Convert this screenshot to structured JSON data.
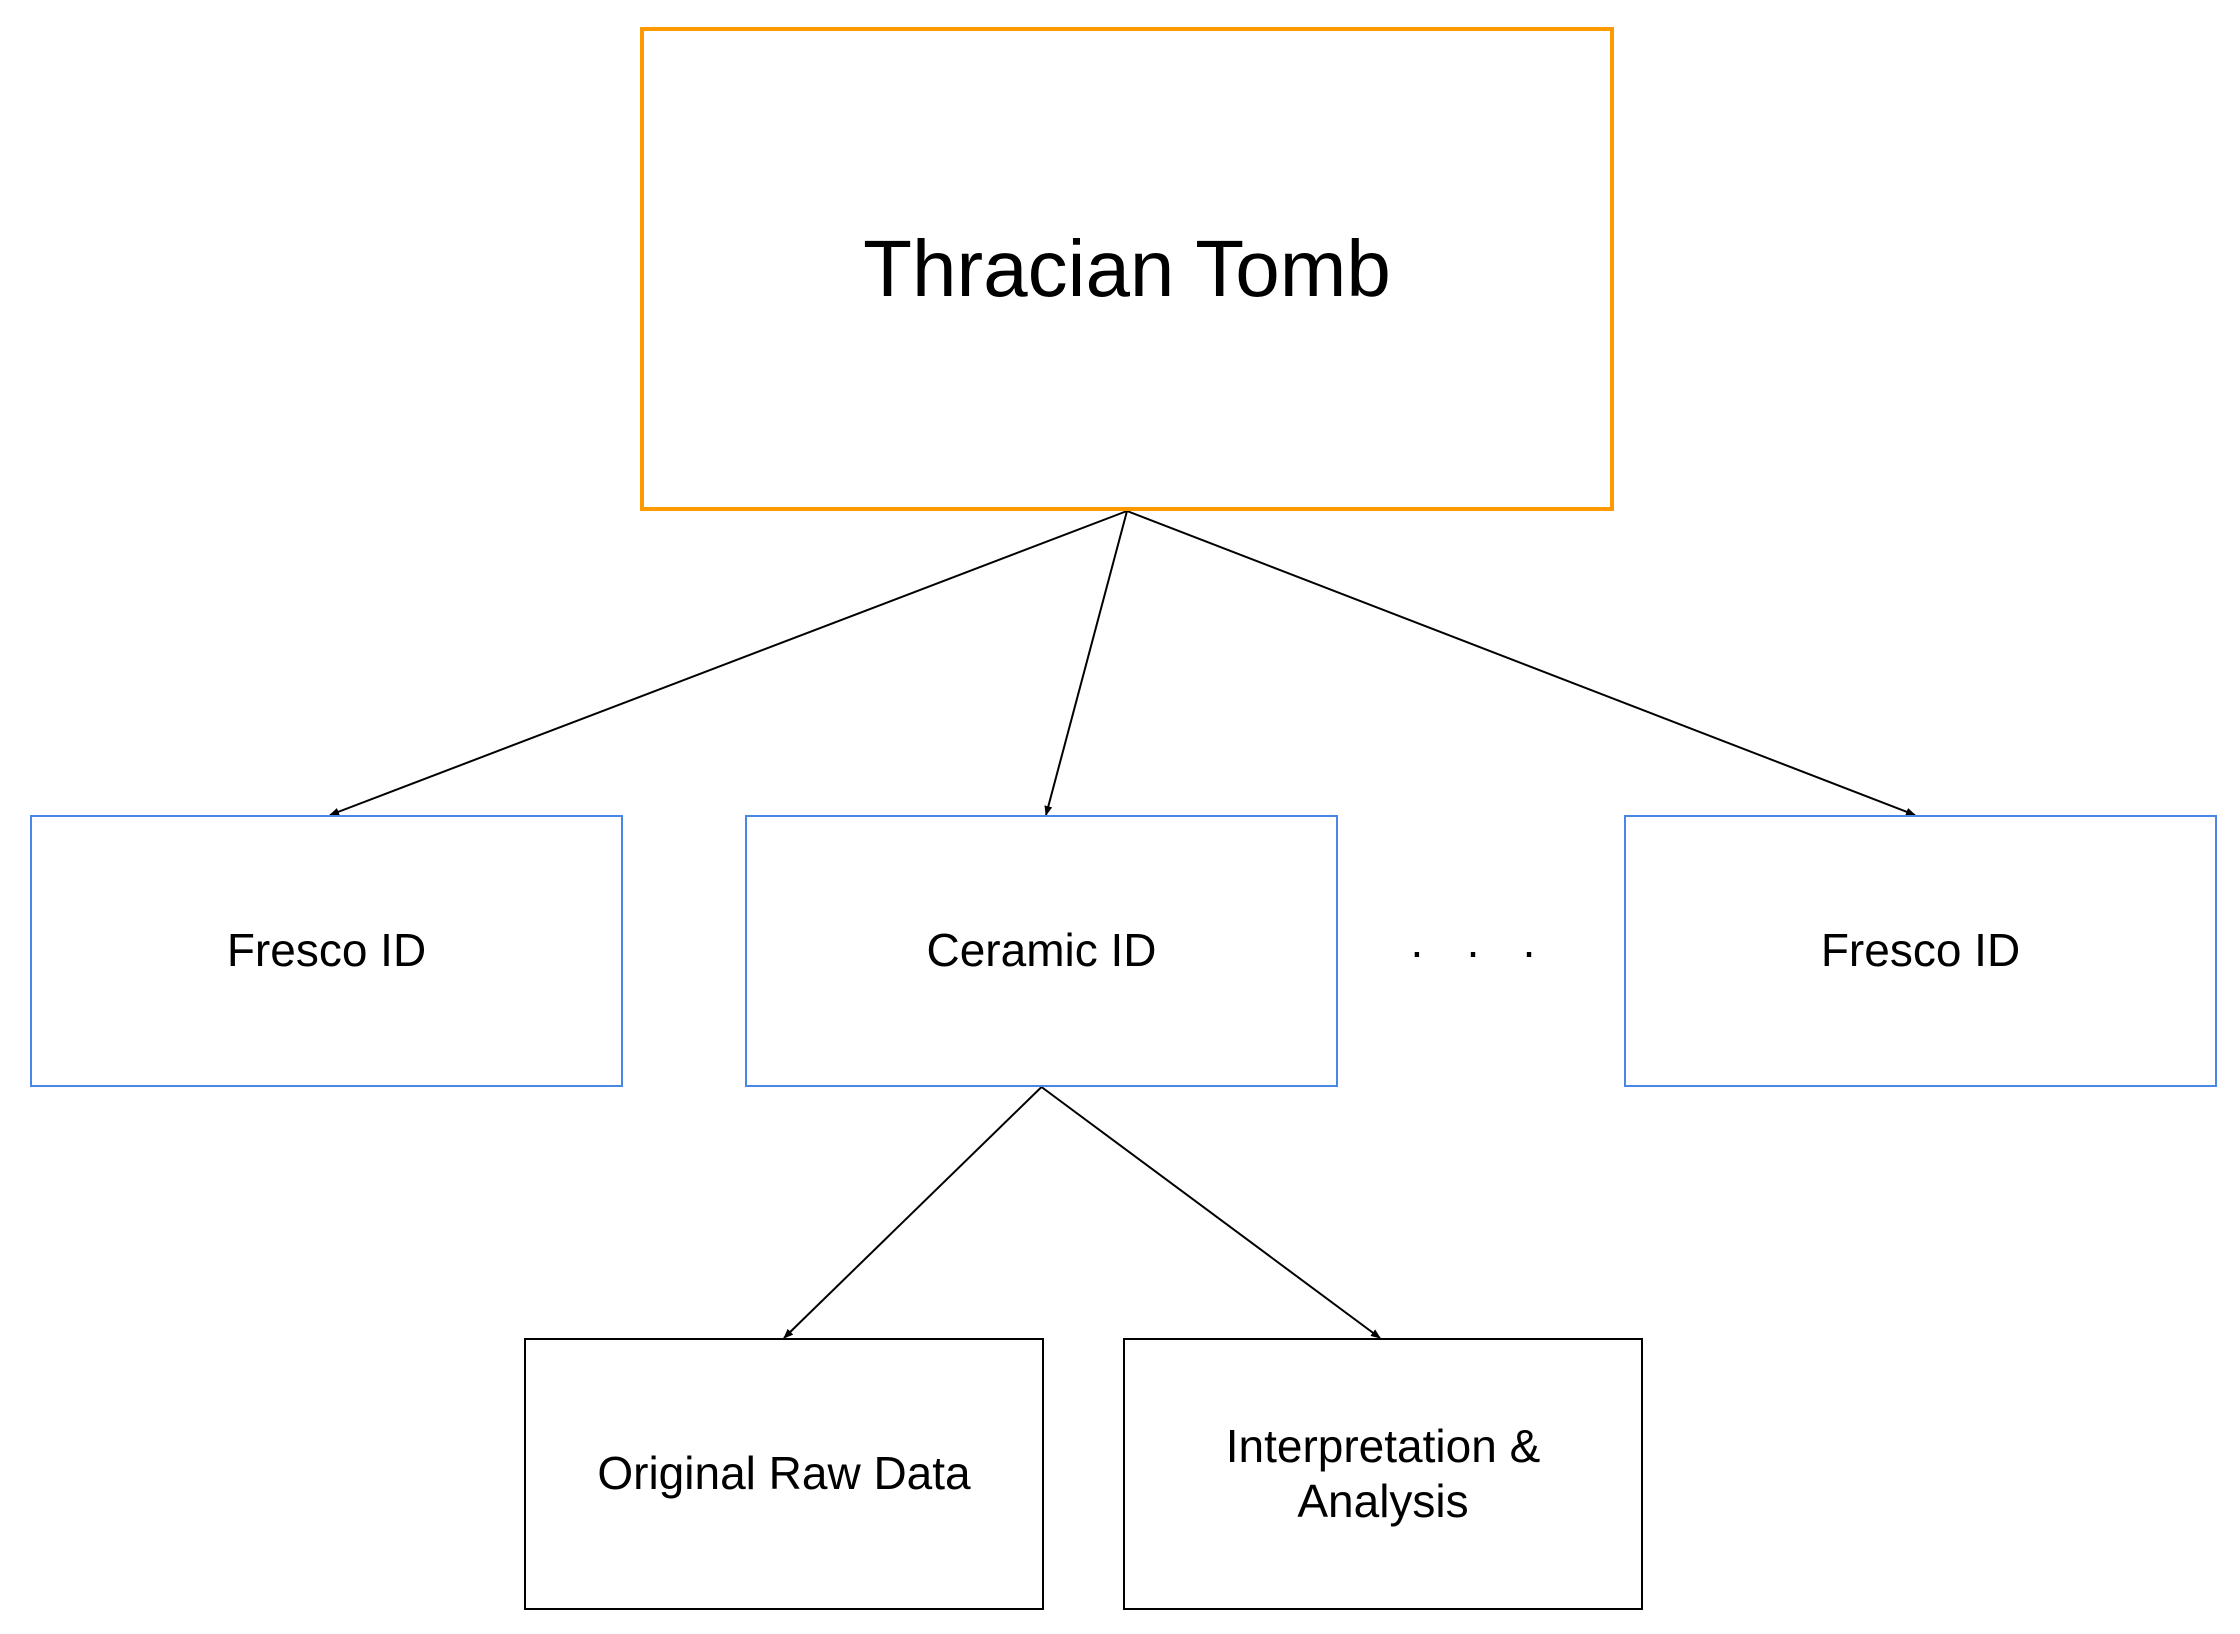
{
  "nodes": {
    "root": {
      "label": "Thracian Tomb",
      "border_color": "#ff9900"
    },
    "fresco_left": {
      "label": "Fresco ID",
      "border_color": "#4a86e8"
    },
    "ceramic": {
      "label": "Ceramic ID",
      "border_color": "#4a86e8"
    },
    "fresco_right": {
      "label": "Fresco ID",
      "border_color": "#4a86e8"
    },
    "raw_data": {
      "label": "Original Raw Data",
      "border_color": "#000000"
    },
    "interpretation": {
      "label": "Interpretation &\nAnalysis",
      "border_color": "#000000"
    }
  },
  "ellipsis": "· · ·",
  "edges": [
    {
      "from": "root",
      "to": "fresco_left"
    },
    {
      "from": "root",
      "to": "ceramic"
    },
    {
      "from": "root",
      "to": "fresco_right"
    },
    {
      "from": "ceramic",
      "to": "raw_data"
    },
    {
      "from": "ceramic",
      "to": "interpretation"
    }
  ]
}
